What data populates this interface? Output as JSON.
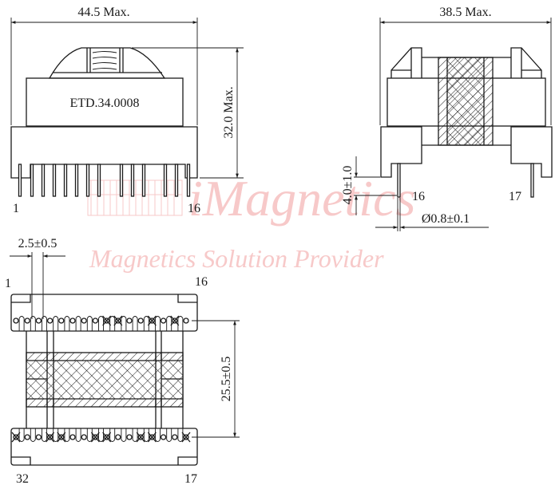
{
  "part_number": "ETD.34.0008",
  "watermark": {
    "brand": "iMagnetics",
    "tagline": "Magnetics Solution Provider",
    "color": "#f7c9c9"
  },
  "front_view": {
    "width_dim": "44.5 Max.",
    "height_dim": "32.0 Max.",
    "label": "ETD.34.0008",
    "pin_left": "1",
    "pin_right": "16",
    "pin_x": [
      25,
      40,
      54,
      68,
      82,
      96,
      110,
      124,
      152,
      166,
      180,
      207,
      221,
      236
    ]
  },
  "side_view": {
    "width_dim": "38.5 Max.",
    "pin_length_dim": "4.0±1.0",
    "pin_diameter_dim": "Ø0.8±0.1",
    "pin_left": "16",
    "pin_right": "17"
  },
  "bottom_view": {
    "pitch_dim": "2.5±0.5",
    "row_spacing_dim": "25.5±0.5",
    "corner_top_left": "1",
    "corner_top_right": "16",
    "corner_bottom_left": "32",
    "corner_bottom_right": "17",
    "top_row_crossed": [
      8,
      9,
      12,
      14
    ],
    "bottom_row_crossed": [
      0,
      3,
      4,
      7,
      8,
      11,
      12,
      15
    ]
  },
  "colors": {
    "line": "#1a1a1a",
    "watermark": "#f7c9c9",
    "background": "#ffffff"
  }
}
